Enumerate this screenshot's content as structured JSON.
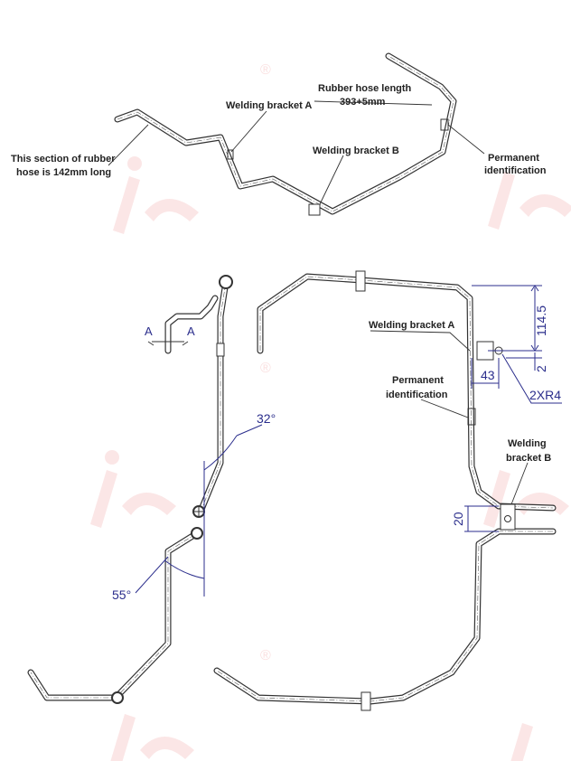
{
  "top_view": {
    "rubber_section_label": [
      "This section of rubber",
      "hose is 142mm long"
    ],
    "welding_bracket_a": "Welding bracket A",
    "hose_length_label": "Rubber hose length",
    "hose_length_value": "393+5mm",
    "welding_bracket_b": "Welding bracket B",
    "permanent_identification": [
      "Permanent",
      "identification"
    ]
  },
  "left_view": {
    "angle_top": "32°",
    "angle_bottom": "55°",
    "section_mark": "A"
  },
  "right_view": {
    "welding_bracket_a": "Welding bracket A",
    "permanent_identification": [
      "Permanent",
      "identification"
    ],
    "welding_bracket_b": [
      "Welding",
      "bracket B"
    ],
    "dim_114_5": "114.5",
    "dim_2": "2",
    "dim_43": "43",
    "dim_radius": "2XR4",
    "dim_20": "20"
  },
  "colors": {
    "dimension": "#2b2e8c",
    "watermark": "#e23b3b",
    "outline": "#333333"
  }
}
